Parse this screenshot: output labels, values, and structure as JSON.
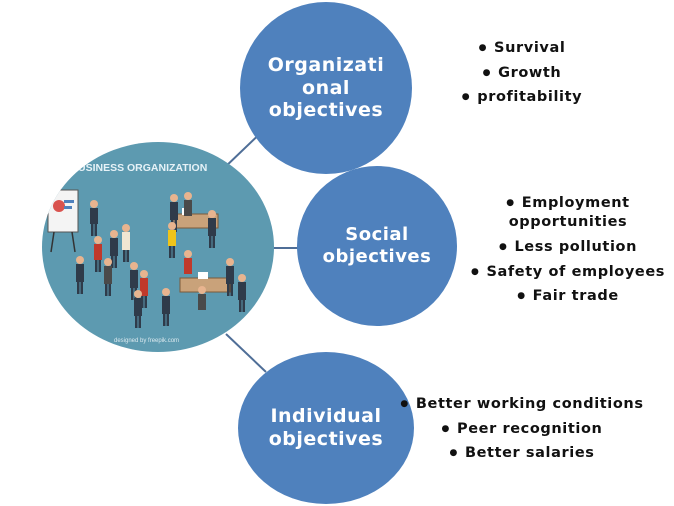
{
  "colors": {
    "bubble": "#4f81bd",
    "connector": "#4f6e97",
    "ellipse": "#5d9ab0"
  },
  "center": {
    "banner": "USINESS ORGANIZATION",
    "credit": "designed by freepik.com"
  },
  "nodes": [
    {
      "id": "organizational",
      "title_lines": [
        "Organizati",
        "onal",
        "objectives"
      ],
      "items": [
        "Survival",
        "Growth",
        "profitability"
      ]
    },
    {
      "id": "social",
      "title_lines": [
        "Social",
        "objectives"
      ],
      "items": [
        "Employment opportunities",
        "Less pollution",
        "Safety of employees",
        "Fair trade"
      ]
    },
    {
      "id": "individual",
      "title_lines": [
        "Individual",
        "objectives"
      ],
      "items": [
        "Better working conditions",
        "Peer recognition",
        "Better salaries"
      ]
    }
  ]
}
